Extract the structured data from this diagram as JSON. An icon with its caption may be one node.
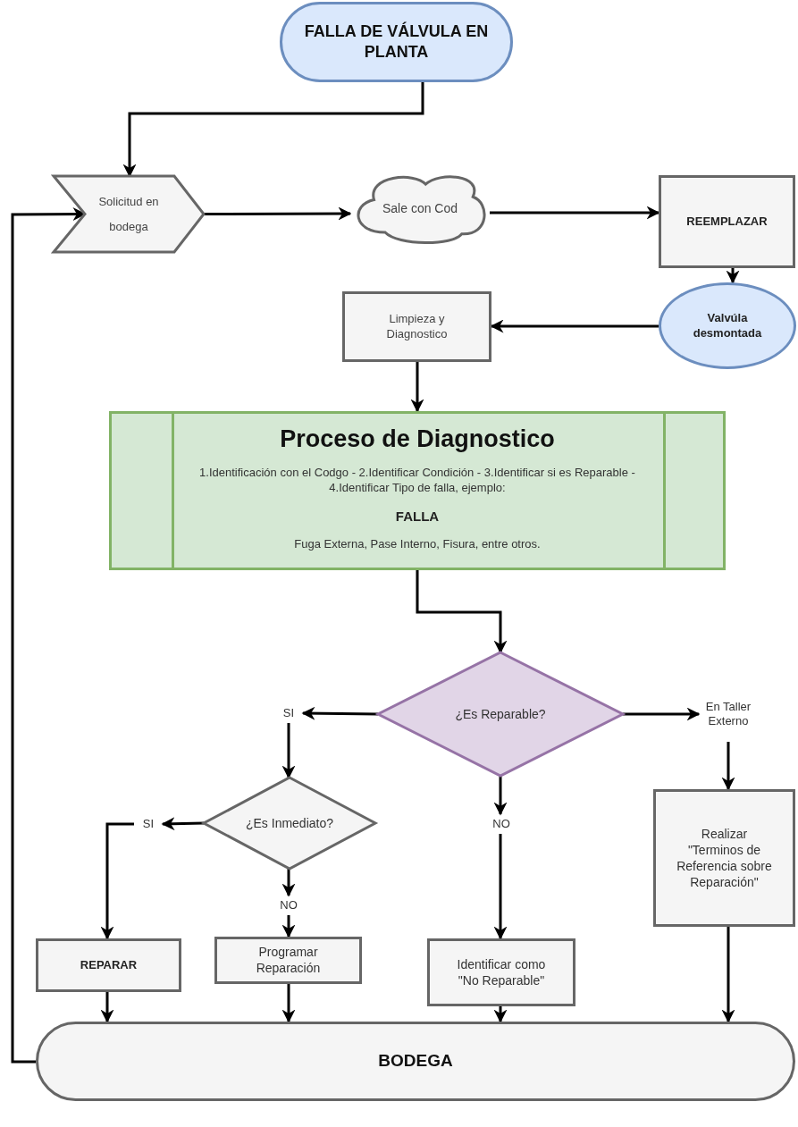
{
  "diagram": {
    "nodes": [
      {
        "text": [
          "FALLA DE VÁLVULA EN PLANTA"
        ]
      },
      {
        "text": [
          "Solicitud en bodega"
        ]
      },
      {
        "text": [
          "Sale con Cod"
        ]
      },
      {
        "text": [
          "REEMPLAZAR"
        ]
      },
      {
        "text": [
          "Valvúla desmontada"
        ]
      },
      {
        "text": [
          "Limpieza y Diagnostico"
        ]
      },
      {
        "text": [
          "Proceso de Diagnostico",
          "1.Identificación con el Codgo - 2.Identificar Condición - 3.Identificar si es Reparable - 4.Identificar Tipo de falla, ejemplo:",
          "FALLA",
          "Fuga Externa, Pase Interno, Fisura, entre otros."
        ]
      },
      {
        "text": [
          "¿Es Reparable?"
        ]
      },
      {
        "text": [
          "SI"
        ]
      },
      {
        "text": [
          "En Taller Externo"
        ]
      },
      {
        "text": [
          "¿Es Inmediato?"
        ]
      },
      {
        "text": [
          "NO"
        ]
      },
      {
        "text": [
          "SI"
        ]
      },
      {
        "text": [
          "NO"
        ]
      },
      {
        "text": [
          "Realizar \"Terminos de Referencia sobre Reparación\""
        ]
      },
      {
        "text": [
          "REPARAR"
        ]
      },
      {
        "text": [
          "Programar Reparación"
        ]
      },
      {
        "text": [
          "Identificar como \"No Reparable\""
        ]
      },
      {
        "text": [
          "BODEGA"
        ]
      }
    ],
    "edges": [
      {
        "from": 0,
        "to": 1,
        "arrow": "to"
      },
      {
        "from": 1,
        "to": 2,
        "arrow": "to"
      },
      {
        "from": 2,
        "to": 3,
        "arrow": "to"
      },
      {
        "from": 3,
        "to": 4,
        "arrow": "to"
      },
      {
        "from": 4,
        "to": 5,
        "arrow": "to"
      },
      {
        "from": 5,
        "to": 6,
        "arrow": "to"
      },
      {
        "from": 6,
        "to": 7,
        "arrow": "to"
      },
      {
        "from": 7,
        "to": 8,
        "arrow": "to"
      },
      {
        "from": 7,
        "to": 9,
        "arrow": "to"
      },
      {
        "from": 8,
        "to": 10,
        "arrow": "to"
      },
      {
        "from": 7,
        "to": 11,
        "arrow": "to"
      },
      {
        "from": 10,
        "to": 12,
        "arrow": "to"
      },
      {
        "from": 10,
        "to": 13,
        "arrow": "to"
      },
      {
        "from": 9,
        "to": 14,
        "arrow": "to"
      },
      {
        "from": 11,
        "to": 17,
        "arrow": "to"
      },
      {
        "from": 12,
        "to": 15,
        "arrow": "to"
      },
      {
        "from": 13,
        "to": 16,
        "arrow": "to"
      },
      {
        "from": 15,
        "to": 18,
        "arrow": "to"
      },
      {
        "from": 16,
        "to": 18,
        "arrow": "to"
      },
      {
        "from": 17,
        "to": 18,
        "arrow": "to"
      },
      {
        "from": 14,
        "to": 18,
        "arrow": "to"
      },
      {
        "from": 18,
        "to": 1,
        "arrow": "to"
      }
    ]
  }
}
